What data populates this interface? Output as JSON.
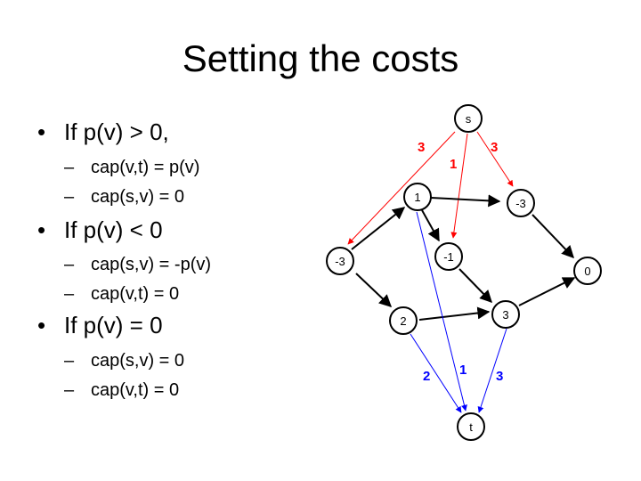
{
  "title": "Setting the costs",
  "bullets": [
    {
      "text": "If p(v) > 0,",
      "subs": [
        "cap(v,t) = p(v)",
        "cap(s,v) = 0"
      ]
    },
    {
      "text": "If p(v) < 0",
      "subs": [
        "cap(s,v) = -p(v)",
        "cap(v,t) = 0"
      ]
    },
    {
      "text": "If p(v) = 0",
      "subs": [
        "cap(s,v) = 0",
        "cap(v,t) = 0"
      ]
    }
  ],
  "bullet_marker": "•",
  "sub_marker": "–",
  "colors": {
    "source_edges": "#ff0000",
    "sink_edges": "#0000ff",
    "graph_edges": "#000000"
  },
  "graph": {
    "nodes": {
      "s": "s",
      "n1": "1",
      "nm3a": "-3",
      "nm3b": "-3",
      "nm1": "-1",
      "n0": "0",
      "n2": "2",
      "n3": "3",
      "t": "t"
    },
    "edge_labels": {
      "s_to_nm3a": "3",
      "s_to_nm1": "1",
      "s_to_nm3b": "3",
      "n2_to_t": "2",
      "n1_to_t": "1",
      "n3_to_t": "3"
    }
  }
}
